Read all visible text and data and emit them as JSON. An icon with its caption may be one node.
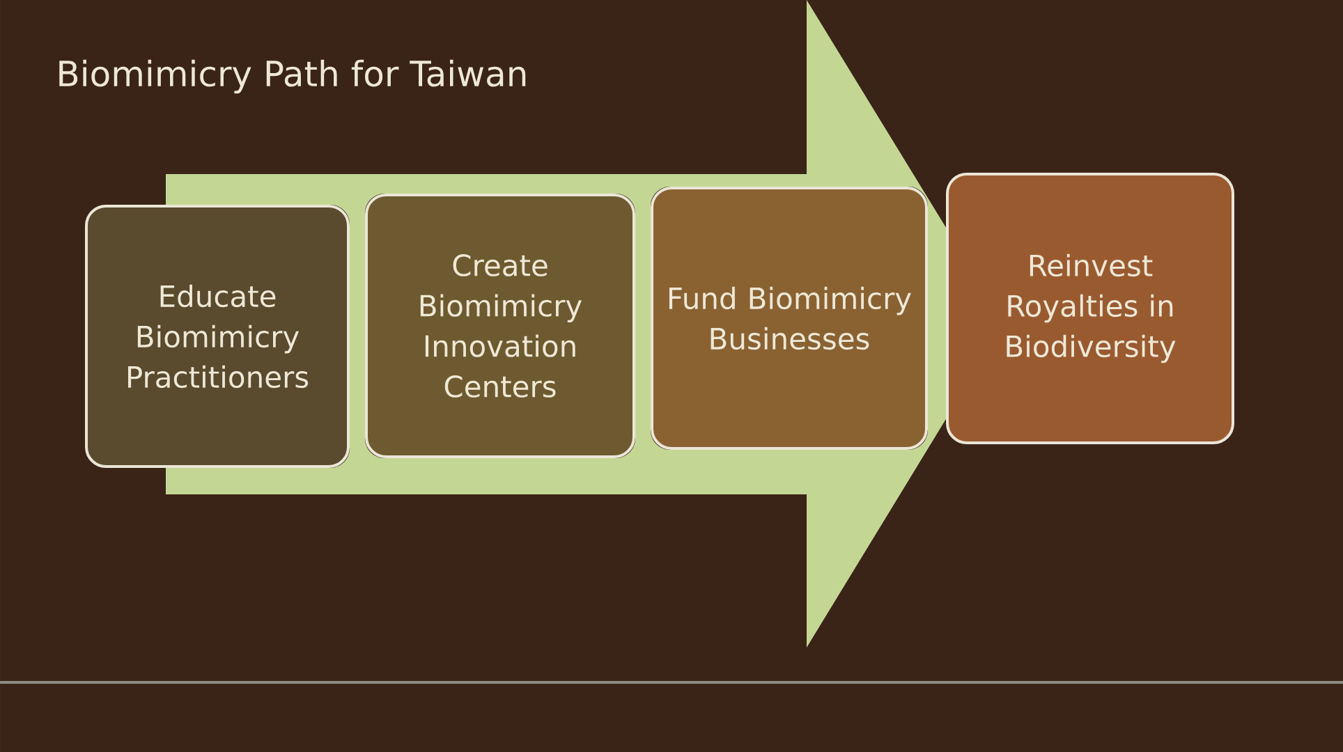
{
  "diagram": {
    "title": "Biomimicry Path for Taiwan",
    "nodes": [
      {
        "text": [
          "Educate Biomimicry Practitioners"
        ]
      },
      {
        "text": [
          "Create Biomimicry Innovation Centers"
        ]
      },
      {
        "text": [
          "Fund Biomimicry Businesses"
        ]
      },
      {
        "text": [
          "Reinvest Royalties in Biodiversity"
        ]
      }
    ],
    "edges": [
      {
        "from": 0,
        "to": 3,
        "arrow": "to"
      }
    ]
  }
}
